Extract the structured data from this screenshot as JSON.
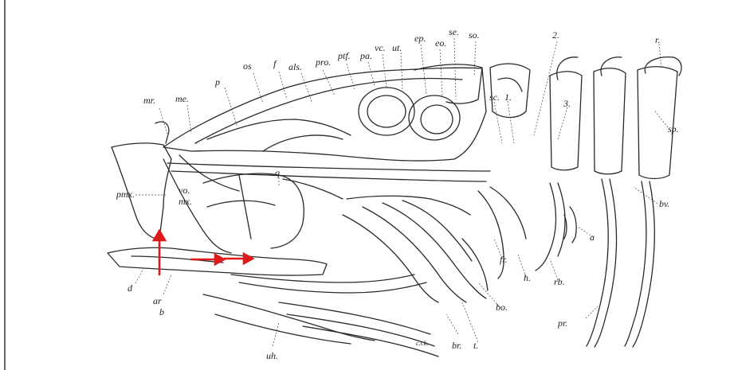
{
  "figure": {
    "description_labels": {
      "mr": "mr.",
      "me": "me.",
      "p": "p",
      "os": "os",
      "f": "f",
      "als": "als.",
      "pro": "pro.",
      "ptf": "ptf.",
      "pa": "pa.",
      "vc": "vc.",
      "ut": "ut.",
      "ep": "ep.",
      "eo": "eo.",
      "se": "se.",
      "so": "so.",
      "two": "2.",
      "r": "r.",
      "sc": "sc.",
      "one": "1.",
      "three": "3.",
      "sp": "sp.",
      "q": "q",
      "vo": "vo.",
      "mx": "mx.",
      "pmx": "pmx.",
      "bv": "bv.",
      "d": "d",
      "ar": "ar",
      "b": "b",
      "a": "a",
      "fr": "fr.",
      "h": "h.",
      "rb": "rb.",
      "bo": "bo.",
      "pr": "pr.",
      "uh": "uh.",
      "br": "br.",
      "t": "t.",
      "sig": "c.t.k."
    },
    "colors": {
      "ink": "#2a2a2a",
      "annotation_arrows": "#e0191b",
      "background": "#ffffff"
    }
  }
}
